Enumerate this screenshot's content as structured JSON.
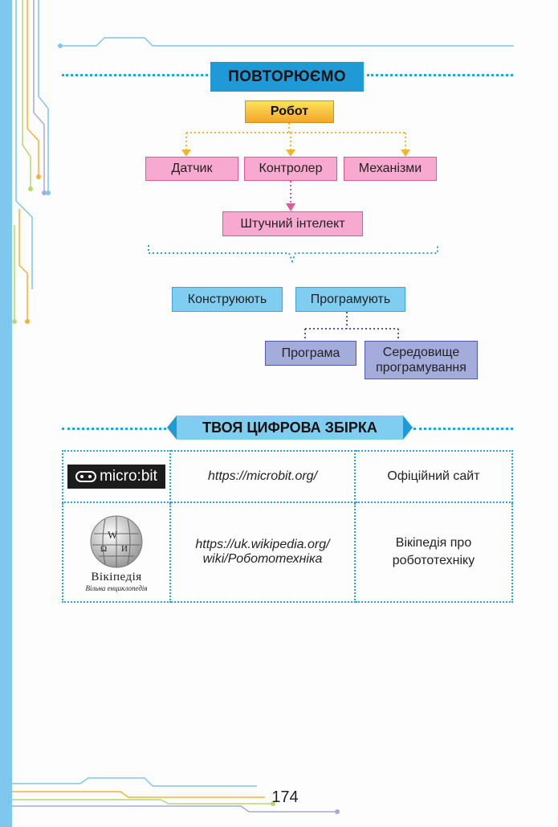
{
  "review": {
    "title": "ПОВТОРЮЄМО",
    "robot": "Робот",
    "components": [
      "Датчик",
      "Контролер",
      "Механізми"
    ],
    "ai": "Штучний інтелект",
    "actions": [
      "Конструюють",
      "Програмують"
    ],
    "program_items": [
      "Програма",
      "Середовище програмування"
    ]
  },
  "collection": {
    "title": "ТВОЯ ЦИФРОВА ЗБІРКА",
    "rows": [
      {
        "logo_text": "micro:bit",
        "url": "https://microbit.org/",
        "description": "Офіційний сайт"
      },
      {
        "logo_text": "Вікіпедія",
        "logo_subtext": "Вільна енциклопедія",
        "url_line1": "https://uk.wikipedia.org/",
        "url_line2": "wiki/Робототехніка",
        "description": "Вікіпедія про робототехніку"
      }
    ]
  },
  "page_number": "174",
  "colors": {
    "accent_blue": "#1f9ad6",
    "pink": "#f7a9cf",
    "violet": "#a4acdc",
    "orange": "#f6b233"
  }
}
